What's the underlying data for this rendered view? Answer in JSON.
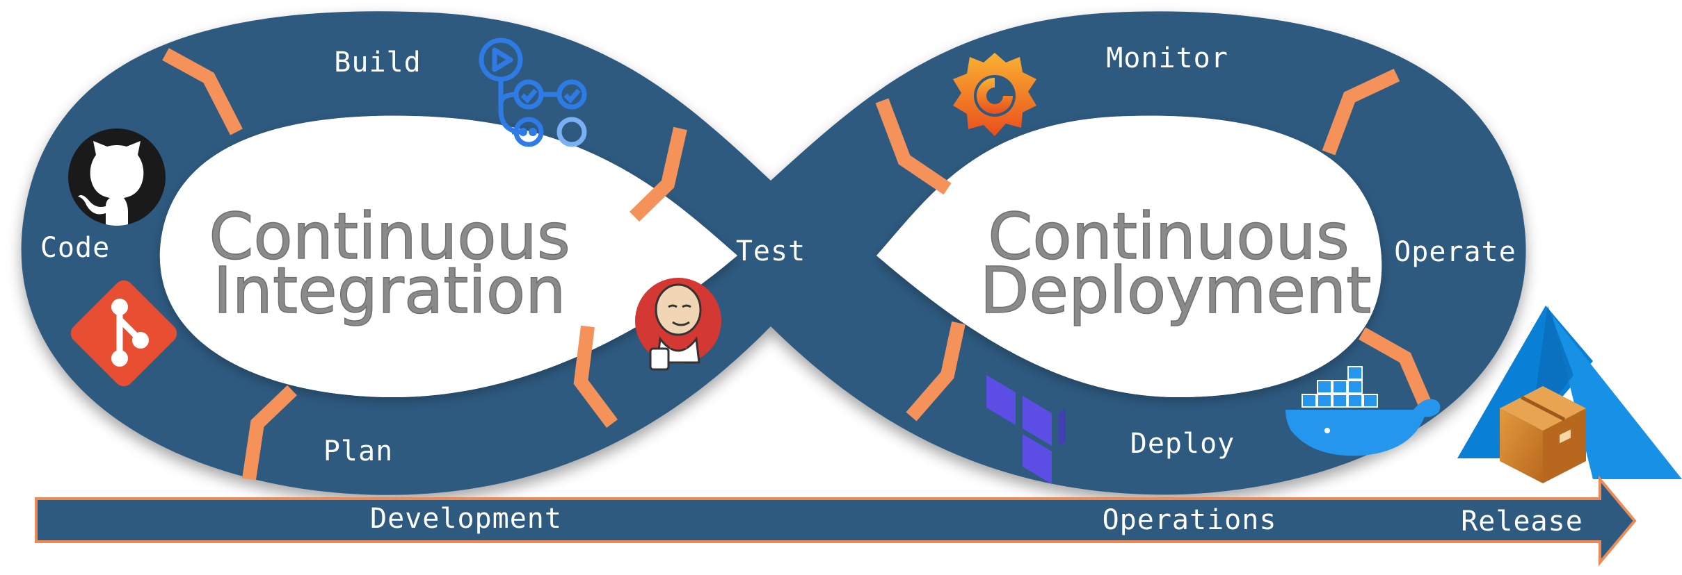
{
  "loop": {
    "left_title_line1": "Continuous",
    "left_title_line2": "Integration",
    "right_title_line1": "Continuous",
    "right_title_line2": "Deployment"
  },
  "stages": {
    "code": "Code",
    "build": "Build",
    "test": "Test",
    "plan": "Plan",
    "monitor": "Monitor",
    "operate": "Operate",
    "deploy": "Deploy"
  },
  "phases": {
    "development": "Development",
    "operations": "Operations",
    "release": "Release"
  },
  "icons": [
    "github-icon",
    "git-icon",
    "github-actions-icon",
    "jenkins-icon",
    "grafana-icon",
    "terraform-icon",
    "docker-icon",
    "azure-icon",
    "package-icon"
  ],
  "colors": {
    "loop": "#2f5a80",
    "chevron": "#f5925a",
    "arrow": "#2f5a80",
    "arrow_outline": "#f08a55",
    "title_text": "#8a8a8a"
  }
}
